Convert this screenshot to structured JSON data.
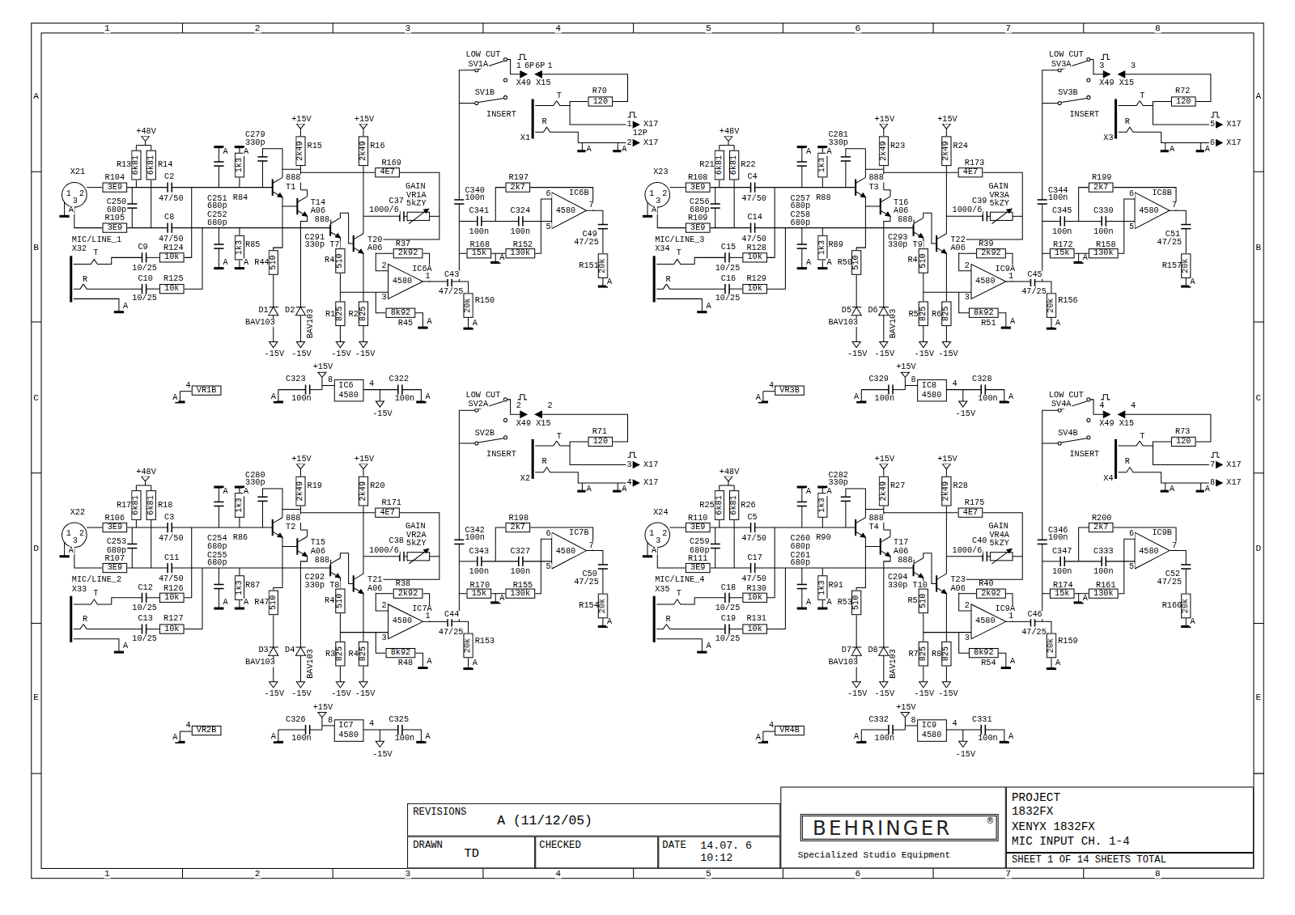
{
  "diagram": {
    "nodes": [
      {
        "text": [
          "REVISIONS",
          "A (11/12/05)"
        ]
      },
      {
        "text": [
          "DRAWN",
          "TD"
        ]
      },
      {
        "text": [
          "CHECKED"
        ]
      },
      {
        "text": [
          "DATE",
          "14.07. 6 10:12"
        ]
      },
      {
        "text": [
          "Specialized Studio Equipment"
        ]
      },
      {
        "text": [
          "BEHRINGER",
          "®"
        ],
        "in": 4
      },
      {
        "text": [
          "PROJECT",
          "1832FX",
          "XENYX 1832FX",
          "MIC INPUT CH. 1-4"
        ]
      },
      {
        "text": [
          "SHEET 1 OF 14 SHEETS TOTAL"
        ]
      }
    ],
    "labels": [
      "1",
      "2",
      "3",
      "4",
      "5",
      "6",
      "7",
      "8",
      "1",
      "2",
      "3",
      "4",
      "5",
      "6",
      "7",
      "8",
      "A",
      "B",
      "C",
      "D",
      "E",
      "A",
      "B",
      "C",
      "D",
      "E",
      "X21",
      "1",
      "2",
      "3",
      "R104",
      "3E9",
      "C250",
      "680p",
      "R105",
      "3E9",
      "R13",
      "6k81",
      "6k81",
      "R14",
      "+48V",
      "C2",
      "47/50",
      "C8",
      "47/50",
      "C251",
      "680p",
      "C252",
      "680p",
      "R84",
      "R85",
      "1k3",
      "1k3",
      "C279",
      "330p",
      "+15V",
      "+15V",
      "2k49",
      "R15",
      "2k49",
      "R16",
      "R169",
      "4E7",
      "888",
      "T1",
      "T14",
      "A06",
      "C291",
      "330p",
      "888",
      "T7",
      "T20",
      "A06",
      "GAIN",
      "VR1A",
      "5kZY",
      "C37",
      "1000/6",
      "R37",
      "2k92",
      "IC6A",
      "4580",
      "2",
      "3",
      "1",
      "C43",
      "47/25",
      "20k",
      "R150",
      "R44",
      "510",
      "R43",
      "510",
      "R1",
      "825",
      "R2",
      "825",
      "8k92",
      "R45",
      "D1",
      "BAV103",
      "D2",
      "BAV103",
      "-15V",
      "-15V",
      "-15V",
      "-15V",
      "MIC/LINE_1",
      "X32",
      "C9",
      "10/25",
      "R124",
      "10k",
      "C10",
      "10/25",
      "R125",
      "10k",
      "T",
      "R",
      "A",
      "A",
      "A",
      "A",
      "A",
      "A",
      "A",
      "A",
      "LOW CUT",
      "SV1A",
      "SV1B",
      "INSERT",
      "X1",
      "X49",
      "X15",
      "1",
      "1",
      "R70",
      "120",
      "X17",
      "X17",
      "1",
      "2",
      "T",
      "R",
      "A",
      "A",
      "A",
      "A",
      "C340",
      "100n",
      "C341",
      "100n",
      "C324",
      "100n",
      "R197",
      "2k7",
      "IC6B",
      "4580",
      "6",
      "5",
      "7",
      "C49",
      "47/25",
      "R168",
      "15k",
      "R152",
      "130k",
      "R151",
      "20k",
      "4",
      "VR1B",
      "A",
      "+15V",
      "C323",
      "100n",
      "8",
      "IC6",
      "4580",
      "4",
      "C322",
      "100n",
      "-15V",
      "A",
      "A",
      "X22",
      "1",
      "2",
      "3",
      "R106",
      "3E9",
      "C253",
      "680p",
      "R107",
      "3E9",
      "R17",
      "6k81",
      "6k81",
      "R18",
      "+48V",
      "C3",
      "47/50",
      "C11",
      "47/50",
      "C254",
      "680p",
      "C255",
      "680p",
      "R86",
      "R87",
      "1k3",
      "1k3",
      "C280",
      "330p",
      "+15V",
      "+15V",
      "2k49",
      "R19",
      "2k49",
      "R20",
      "R171",
      "4E7",
      "888",
      "T2",
      "T15",
      "A06",
      "C292",
      "330p",
      "888",
      "T8",
      "T21",
      "A06",
      "GAIN",
      "VR2A",
      "5kZY",
      "C38",
      "1000/6",
      "R38",
      "2k92",
      "IC7A",
      "4580",
      "2",
      "3",
      "1",
      "C44",
      "47/25",
      "20k",
      "R153",
      "R47",
      "510",
      "R46",
      "510",
      "R3",
      "825",
      "R4",
      "825",
      "8k92",
      "R48",
      "D3",
      "BAV103",
      "D4",
      "BAV103",
      "-15V",
      "-15V",
      "-15V",
      "-15V",
      "MIC/LINE_2",
      "X33",
      "C12",
      "10/25",
      "R126",
      "10k",
      "C13",
      "10/25",
      "R127",
      "10k",
      "T",
      "R",
      "A",
      "A",
      "A",
      "A",
      "A",
      "A",
      "A",
      "A",
      "LOW CUT",
      "SV2A",
      "SV2B",
      "INSERT",
      "X2",
      "X49",
      "X15",
      "2",
      "2",
      "R71",
      "120",
      "X17",
      "X17",
      "3",
      "4",
      "T",
      "R",
      "A",
      "A",
      "A",
      "A",
      "C342",
      "100n",
      "C343",
      "100n",
      "C327",
      "100n",
      "R198",
      "2k7",
      "IC7B",
      "4580",
      "6",
      "5",
      "7",
      "C50",
      "47/25",
      "R170",
      "15k",
      "R155",
      "130k",
      "R154",
      "20k",
      "4",
      "VR2B",
      "A",
      "+15V",
      "C326",
      "100n",
      "8",
      "IC7",
      "4580",
      "4",
      "C325",
      "100n",
      "-15V",
      "A",
      "A",
      "X23",
      "1",
      "2",
      "3",
      "R108",
      "3E9",
      "C256",
      "680p",
      "R109",
      "3E9",
      "R21",
      "6k81",
      "6k81",
      "R22",
      "+48V",
      "C4",
      "47/50",
      "C14",
      "47/50",
      "C257",
      "680p",
      "C258",
      "680p",
      "R88",
      "R89",
      "1k3",
      "1k3",
      "C281",
      "330p",
      "+15V",
      "+15V",
      "2k49",
      "R23",
      "2k49",
      "R24",
      "R173",
      "4E7",
      "888",
      "T3",
      "T16",
      "A06",
      "C293",
      "330p",
      "888",
      "T9",
      "T22",
      "A06",
      "GAIN",
      "VR3A",
      "5kZY",
      "C39",
      "1000/6",
      "R39",
      "2k92",
      "IC9A",
      "4580",
      "2",
      "3",
      "1",
      "C45",
      "47/25",
      "20k",
      "R156",
      "R50",
      "510",
      "R49",
      "510",
      "R5",
      "825",
      "R6",
      "825",
      "8k92",
      "R51",
      "D5",
      "BAV103",
      "D6",
      "BAV103",
      "-15V",
      "-15V",
      "-15V",
      "-15V",
      "MIC/LINE_3",
      "X34",
      "C15",
      "10/25",
      "R128",
      "10k",
      "C16",
      "10/25",
      "R129",
      "10k",
      "T",
      "R",
      "A",
      "A",
      "A",
      "A",
      "A",
      "A",
      "A",
      "A",
      "LOW CUT",
      "SV3A",
      "SV3B",
      "INSERT",
      "X3",
      "X49",
      "X15",
      "3",
      "3",
      "R72",
      "120",
      "X17",
      "X17",
      "5",
      "6",
      "T",
      "R",
      "A",
      "A",
      "A",
      "A",
      "C344",
      "100n",
      "C345",
      "100n",
      "C330",
      "100n",
      "R199",
      "2k7",
      "IC8B",
      "4580",
      "6",
      "5",
      "7",
      "C51",
      "47/25",
      "R172",
      "15k",
      "R158",
      "130k",
      "R157",
      "20k",
      "4",
      "VR3B",
      "A",
      "+15V",
      "C329",
      "100n",
      "8",
      "IC8",
      "4580",
      "4",
      "C328",
      "100n",
      "-15V",
      "A",
      "A",
      "X24",
      "1",
      "2",
      "3",
      "R110",
      "3E9",
      "C259",
      "680p",
      "R111",
      "3E9",
      "R25",
      "6k81",
      "6k81",
      "R26",
      "+48V",
      "C5",
      "47/50",
      "C17",
      "47/50",
      "C260",
      "680p",
      "C261",
      "680p",
      "R90",
      "R91",
      "1k3",
      "1k3",
      "C282",
      "330p",
      "+15V",
      "+15V",
      "2k49",
      "R27",
      "2k49",
      "R28",
      "R175",
      "4E7",
      "888",
      "T4",
      "T17",
      "A06",
      "C294",
      "330p",
      "888",
      "T10",
      "T23",
      "A06",
      "GAIN",
      "VR4A",
      "5kZY",
      "C40",
      "1000/6",
      "R40",
      "2k92",
      "IC9A",
      "4580",
      "2",
      "3",
      "1",
      "C46",
      "47/25",
      "20k",
      "R159",
      "R53",
      "510",
      "R52",
      "510",
      "R7",
      "825",
      "R8",
      "825",
      "8k92",
      "R54",
      "D7",
      "BAV103",
      "D8",
      "BAV103",
      "-15V",
      "-15V",
      "-15V",
      "-15V",
      "MIC/LINE_4",
      "X35",
      "C18",
      "10/25",
      "R130",
      "10k",
      "C19",
      "10/25",
      "R131",
      "10k",
      "T",
      "R",
      "A",
      "A",
      "A",
      "A",
      "A",
      "A",
      "A",
      "A",
      "LOW CUT",
      "SV4A",
      "SV4B",
      "INSERT",
      "X4",
      "X49",
      "X15",
      "4",
      "4",
      "R73",
      "120",
      "X17",
      "X17",
      "7",
      "8",
      "T",
      "R",
      "A",
      "A",
      "A",
      "A",
      "C346",
      "100n",
      "C347",
      "100n",
      "C333",
      "100n",
      "R200",
      "2k7",
      "IC9B",
      "4580",
      "6",
      "5",
      "7",
      "C52",
      "47/25",
      "R174",
      "15k",
      "R161",
      "130k",
      "R160",
      "20k",
      "4",
      "VR4B",
      "A",
      "+15V",
      "C332",
      "100n",
      "8",
      "IC9",
      "4580",
      "4",
      "C331",
      "100n",
      "-15V",
      "A",
      "A",
      "6P",
      "6P",
      "12P"
    ]
  }
}
